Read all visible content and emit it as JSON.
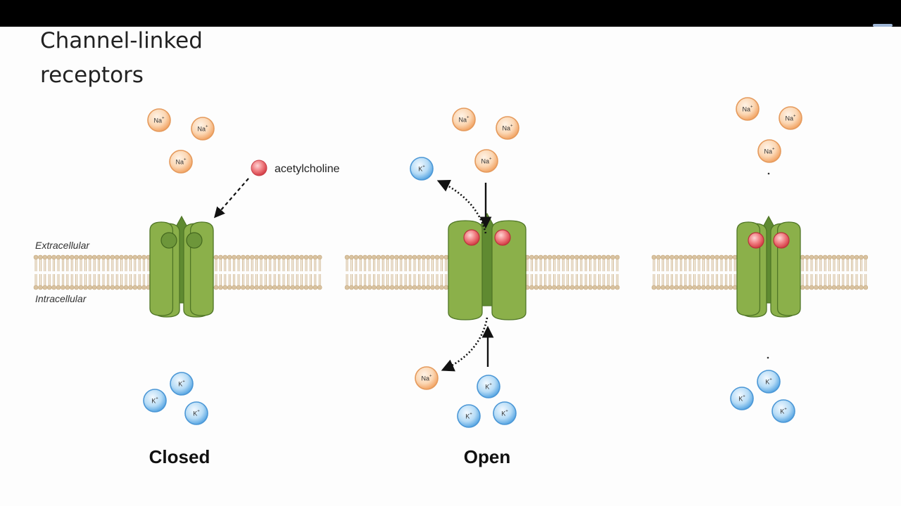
{
  "slide": {
    "title": "Channel-linked\nreceptors"
  },
  "labels": {
    "extracellular": "Extracellular",
    "intracellular": "Intracellular",
    "acetylcholine": "acetylcholine"
  },
  "ions": {
    "sodium": "Na",
    "potassium": "K",
    "charge": "+"
  },
  "states": {
    "closed": "Closed",
    "open": "Open"
  },
  "colors": {
    "membrane": "#d9c3a1",
    "channel_fill": "#8bb04a",
    "channel_dark": "#5f8a31",
    "sodium_ion": "#f4b27c",
    "potassium_ion": "#6fb3ea",
    "acetylcholine": "#e05a5f",
    "title_bar": "#000000"
  }
}
